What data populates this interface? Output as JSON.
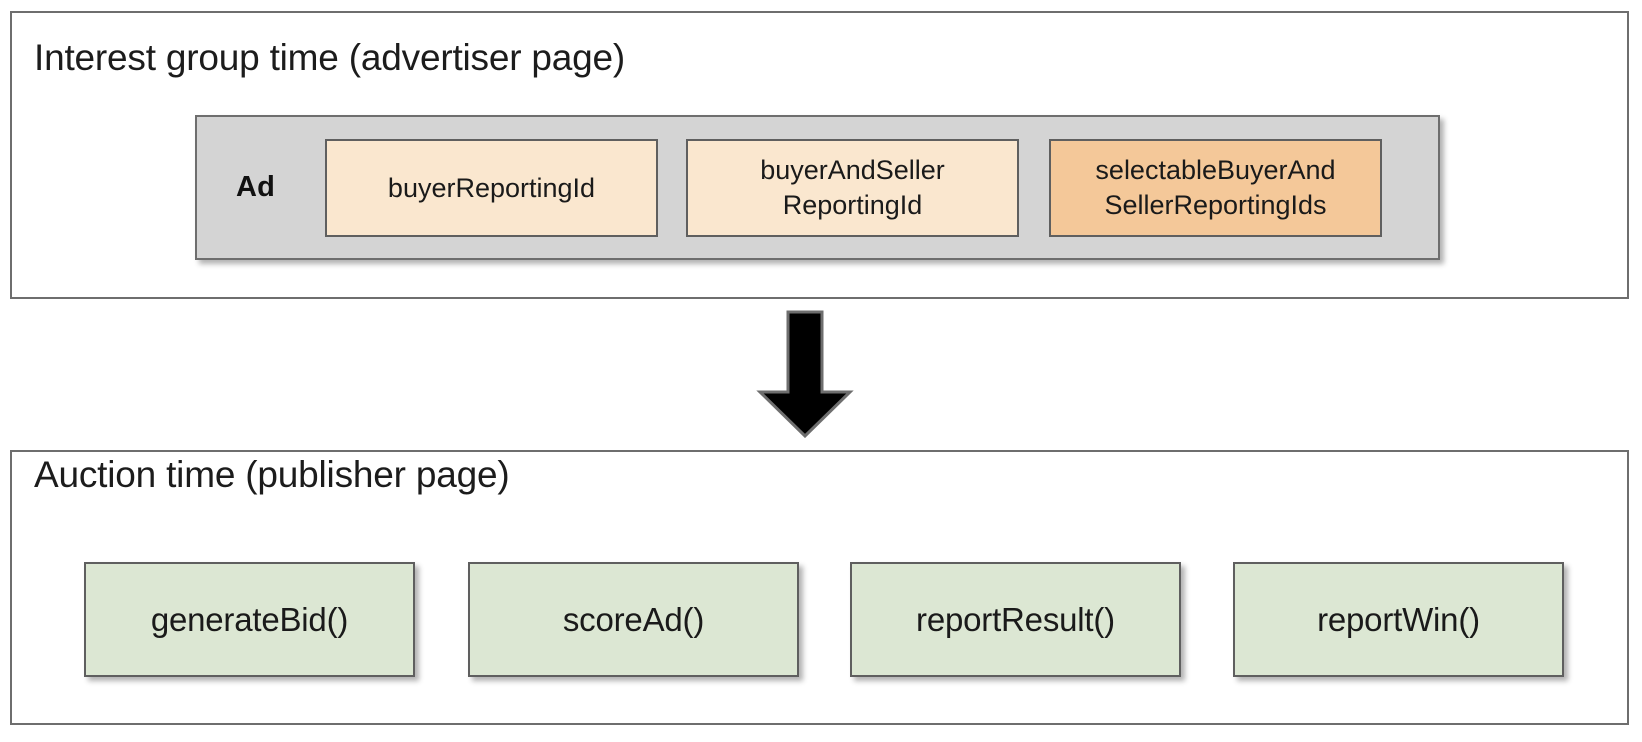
{
  "diagram": {
    "title_semantic": "protected-audience-reporting-ids-flow",
    "colors": {
      "frame_border": "#6e6e6e",
      "ad_container_fill": "#d4d4d4",
      "field_fill_light": "#fae7cf",
      "field_fill_highlight": "#f4c899",
      "function_fill": "#dce7d3",
      "arrow_fill": "#000000",
      "text": "#1a1a1a"
    }
  },
  "advertiser_section": {
    "title": "Interest group time (advertiser page)",
    "ad_container": {
      "label": "Ad",
      "fields": [
        {
          "name": "buyer-reporting-id",
          "label": "buyerReportingId",
          "fill": "#fae7cf",
          "highlighted": false
        },
        {
          "name": "buyer-and-seller-reporting-id",
          "label": "buyerAndSeller\nReportingId",
          "line1": "buyerAndSeller",
          "line2": "ReportingId",
          "fill": "#fae7cf",
          "highlighted": false
        },
        {
          "name": "selectable-buyer-and-seller-reporting-ids",
          "label": "selectableBuyerAnd\nSellerReportingIds",
          "line1": "selectableBuyerAnd",
          "line2": "SellerReportingIds",
          "fill": "#f4c899",
          "highlighted": true
        }
      ]
    }
  },
  "connector": {
    "icon": "down-arrow-icon",
    "direction": "down",
    "color": "#000000"
  },
  "publisher_section": {
    "title": "Auction time (publisher page)",
    "functions": [
      {
        "name": "generate-bid",
        "label": "generateBid()"
      },
      {
        "name": "score-ad",
        "label": "scoreAd()"
      },
      {
        "name": "report-result",
        "label": "reportResult()"
      },
      {
        "name": "report-win",
        "label": "reportWin()"
      }
    ]
  }
}
